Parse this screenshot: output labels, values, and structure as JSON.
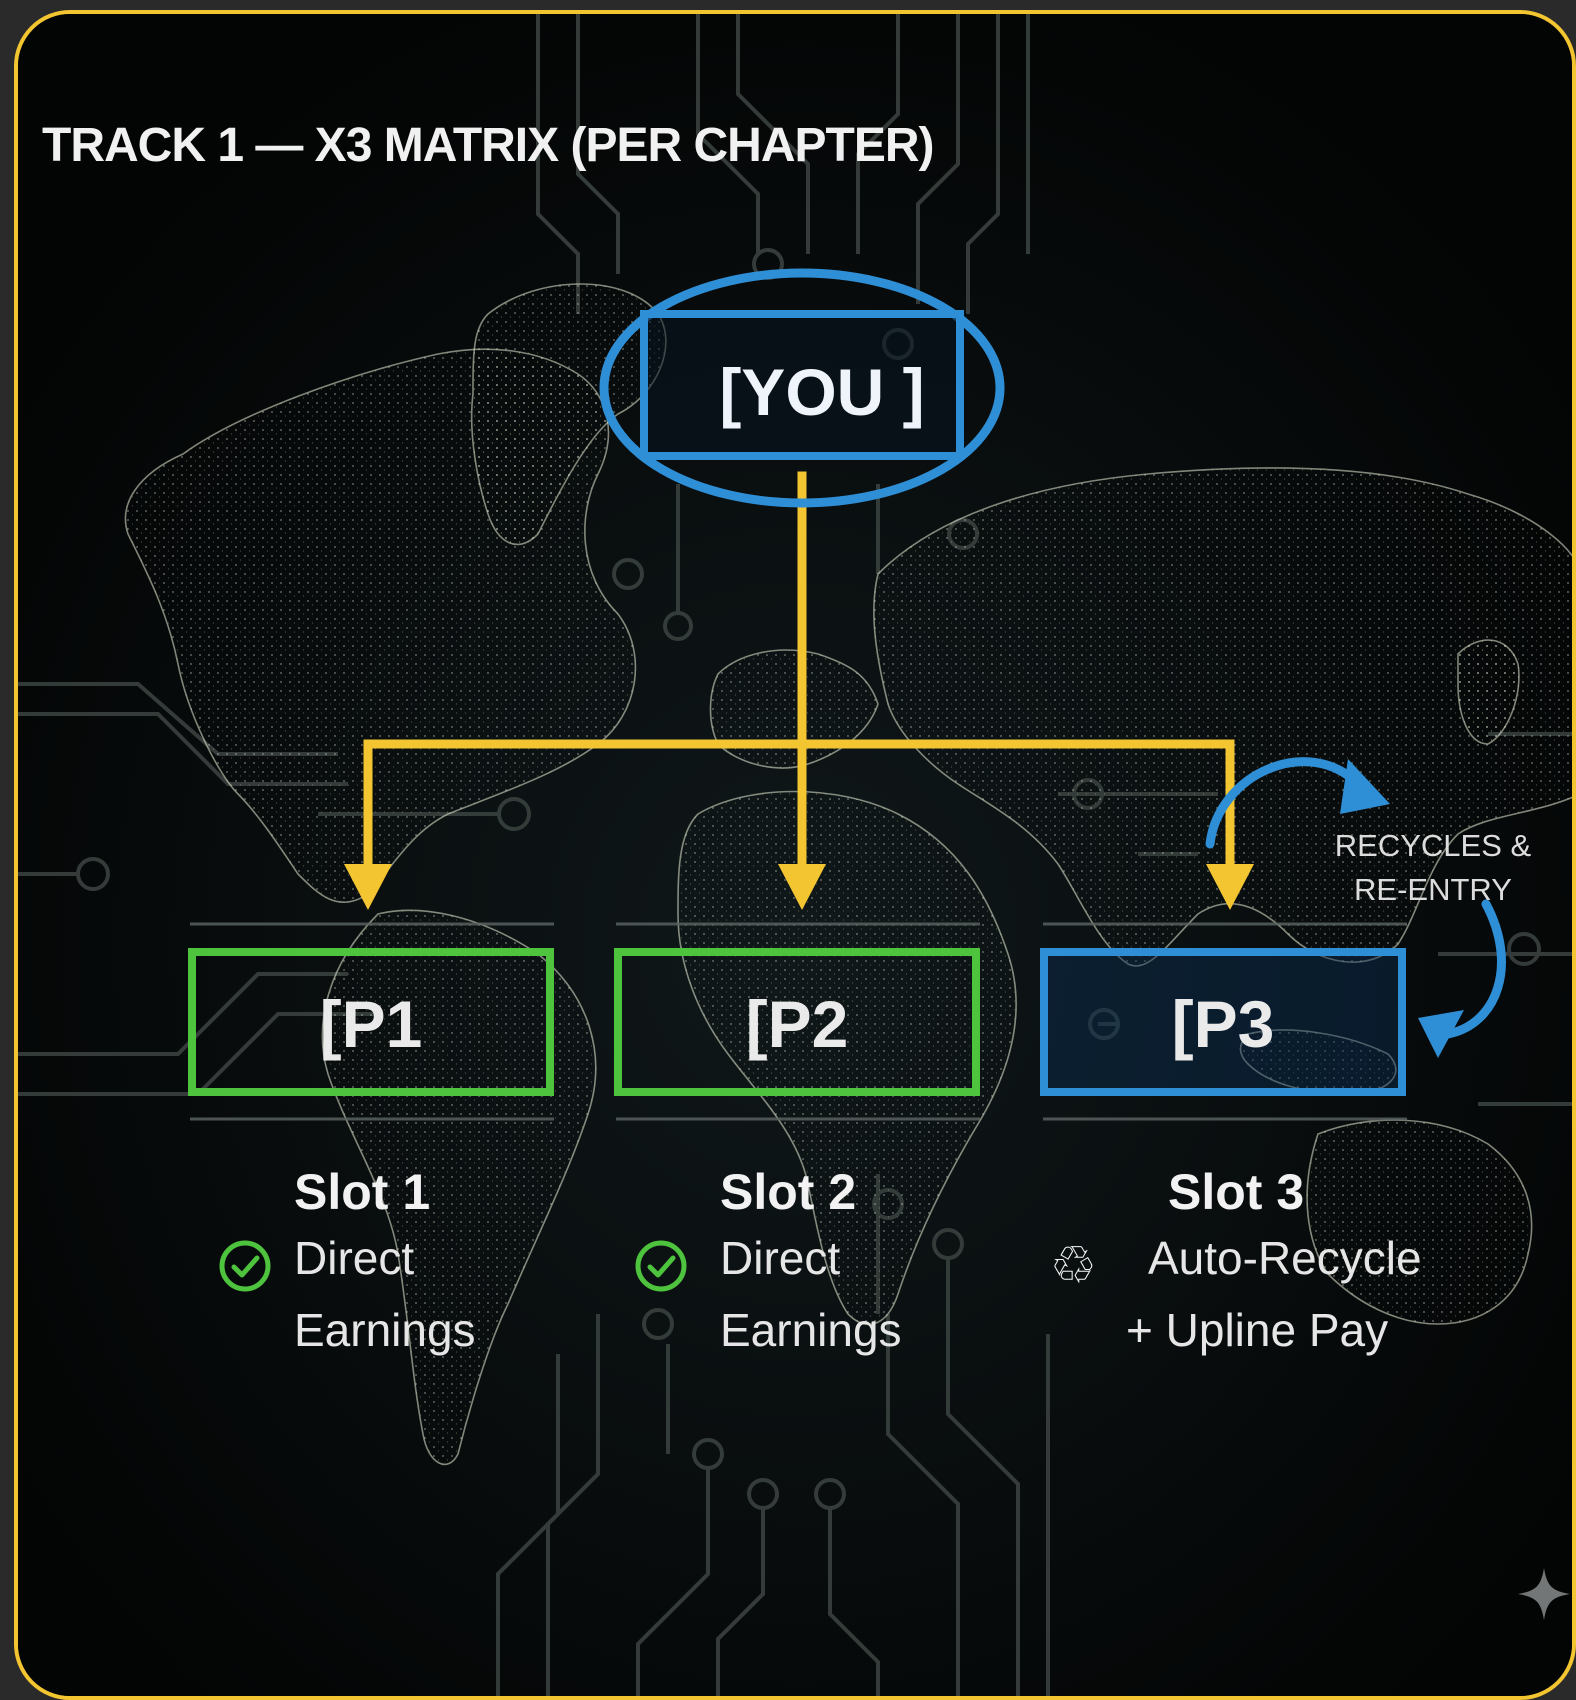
{
  "title": "TRACK 1 — X3 MATRIX (PER CHAPTER)",
  "colors": {
    "frame": "#f3c531",
    "connector": "#f3c531",
    "you_node": "#2f8fd6",
    "direct_slot": "#4ec33d",
    "recycle_slot": "#2f8fd6",
    "circuit": "#3a4344"
  },
  "nodes": {
    "you": "[YOU ]",
    "p1": "[P1",
    "p2": "[P2",
    "p3": "[P3"
  },
  "recycle_note": {
    "line1": "RECYCLES &",
    "line2": "RE-ENTRY",
    "icon": "curved-arrow-icon"
  },
  "slots": [
    {
      "title": "Slot 1",
      "icon": "check-circle-icon",
      "line1": "Direct",
      "line2": "Earnings"
    },
    {
      "title": "Slot 2",
      "icon": "check-circle-icon",
      "line1": "Direct",
      "line2": "Earnings"
    },
    {
      "title": "Slot 3",
      "icon": "recycle-icon",
      "icon_glyph": "♲",
      "line1": "Auto-Recycle",
      "line2": "+ Upline Pay"
    }
  ]
}
